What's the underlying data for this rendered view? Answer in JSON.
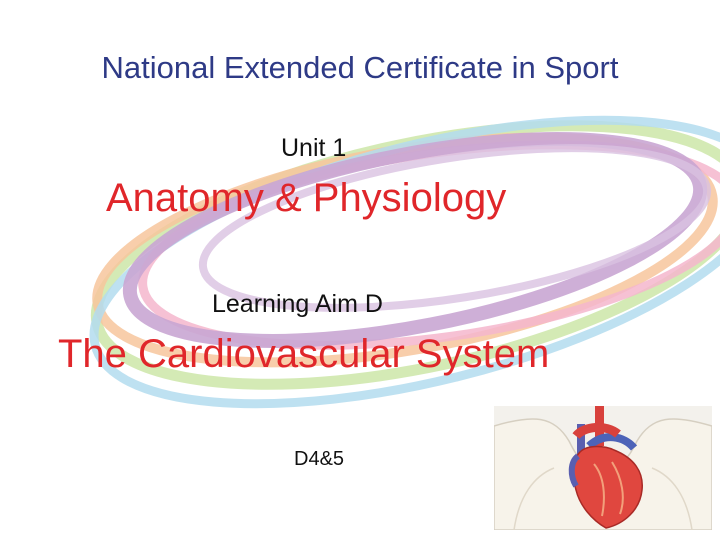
{
  "slide": {
    "title": "National Extended Certificate in Sport",
    "unit": "Unit 1",
    "topic": "Anatomy & Physiology",
    "learning_aim": "Learning Aim D",
    "system": "The Cardiovascular System",
    "criteria": "D4&5"
  },
  "colors": {
    "title": "#2e3a86",
    "heading_red": "#e0262a",
    "body_text": "#111111",
    "swirl_purple": "#c9a6d3",
    "swirl_green": "#cde6a8",
    "swirl_orange": "#f7c69c",
    "swirl_blue": "#b3dcee",
    "swirl_pink": "#f4b6cc"
  },
  "image": {
    "subject": "heart-anatomy-illustration"
  }
}
